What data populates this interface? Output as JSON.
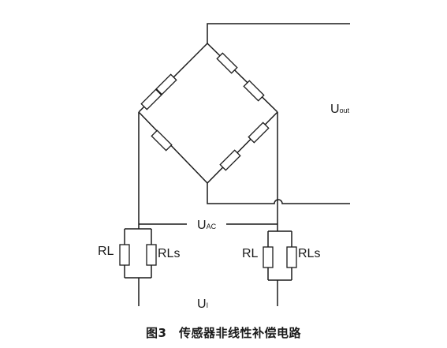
{
  "labels": {
    "uout_main": "U",
    "uout_sub": "out",
    "uac_main": "U",
    "uac_sub": "AC",
    "ui_main": "U",
    "ui_sub": "I",
    "rl_left": "RL",
    "rls_left": "RLs",
    "rl_right": "RL",
    "rls_right": "RLs"
  },
  "caption": "图3　传感器非线性补偿电路"
}
